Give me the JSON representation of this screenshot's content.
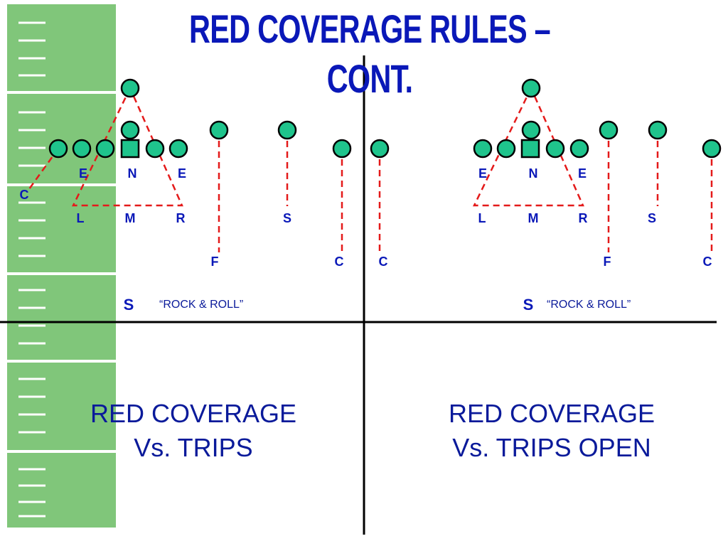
{
  "slide": {
    "title": "RED COVERAGE RULES – CONT.",
    "colors": {
      "title": "#0a18b8",
      "field": "#80c67a",
      "player": "#1fc48c",
      "route": "#e41a1a"
    }
  },
  "panels": [
    {
      "caption_line1": "RED COVERAGE",
      "caption_line2": "Vs. TRIPS",
      "defenders": {
        "e1": "E",
        "n": "N",
        "e2": "E",
        "l": "L",
        "m": "M",
        "r": "R",
        "s": "S",
        "f": "F",
        "c1": "C",
        "c2": "C",
        "c3": "C",
        "safety": "S"
      },
      "call": "“ROCK & ROLL”"
    },
    {
      "caption_line1": "RED COVERAGE",
      "caption_line2": "Vs. TRIPS OPEN",
      "defenders": {
        "e1": "E",
        "n": "N",
        "e2": "E",
        "l": "L",
        "m": "M",
        "r": "R",
        "s": "S",
        "f": "F",
        "c": "C",
        "safety": "S"
      },
      "call": "“ROCK & ROLL”"
    }
  ]
}
